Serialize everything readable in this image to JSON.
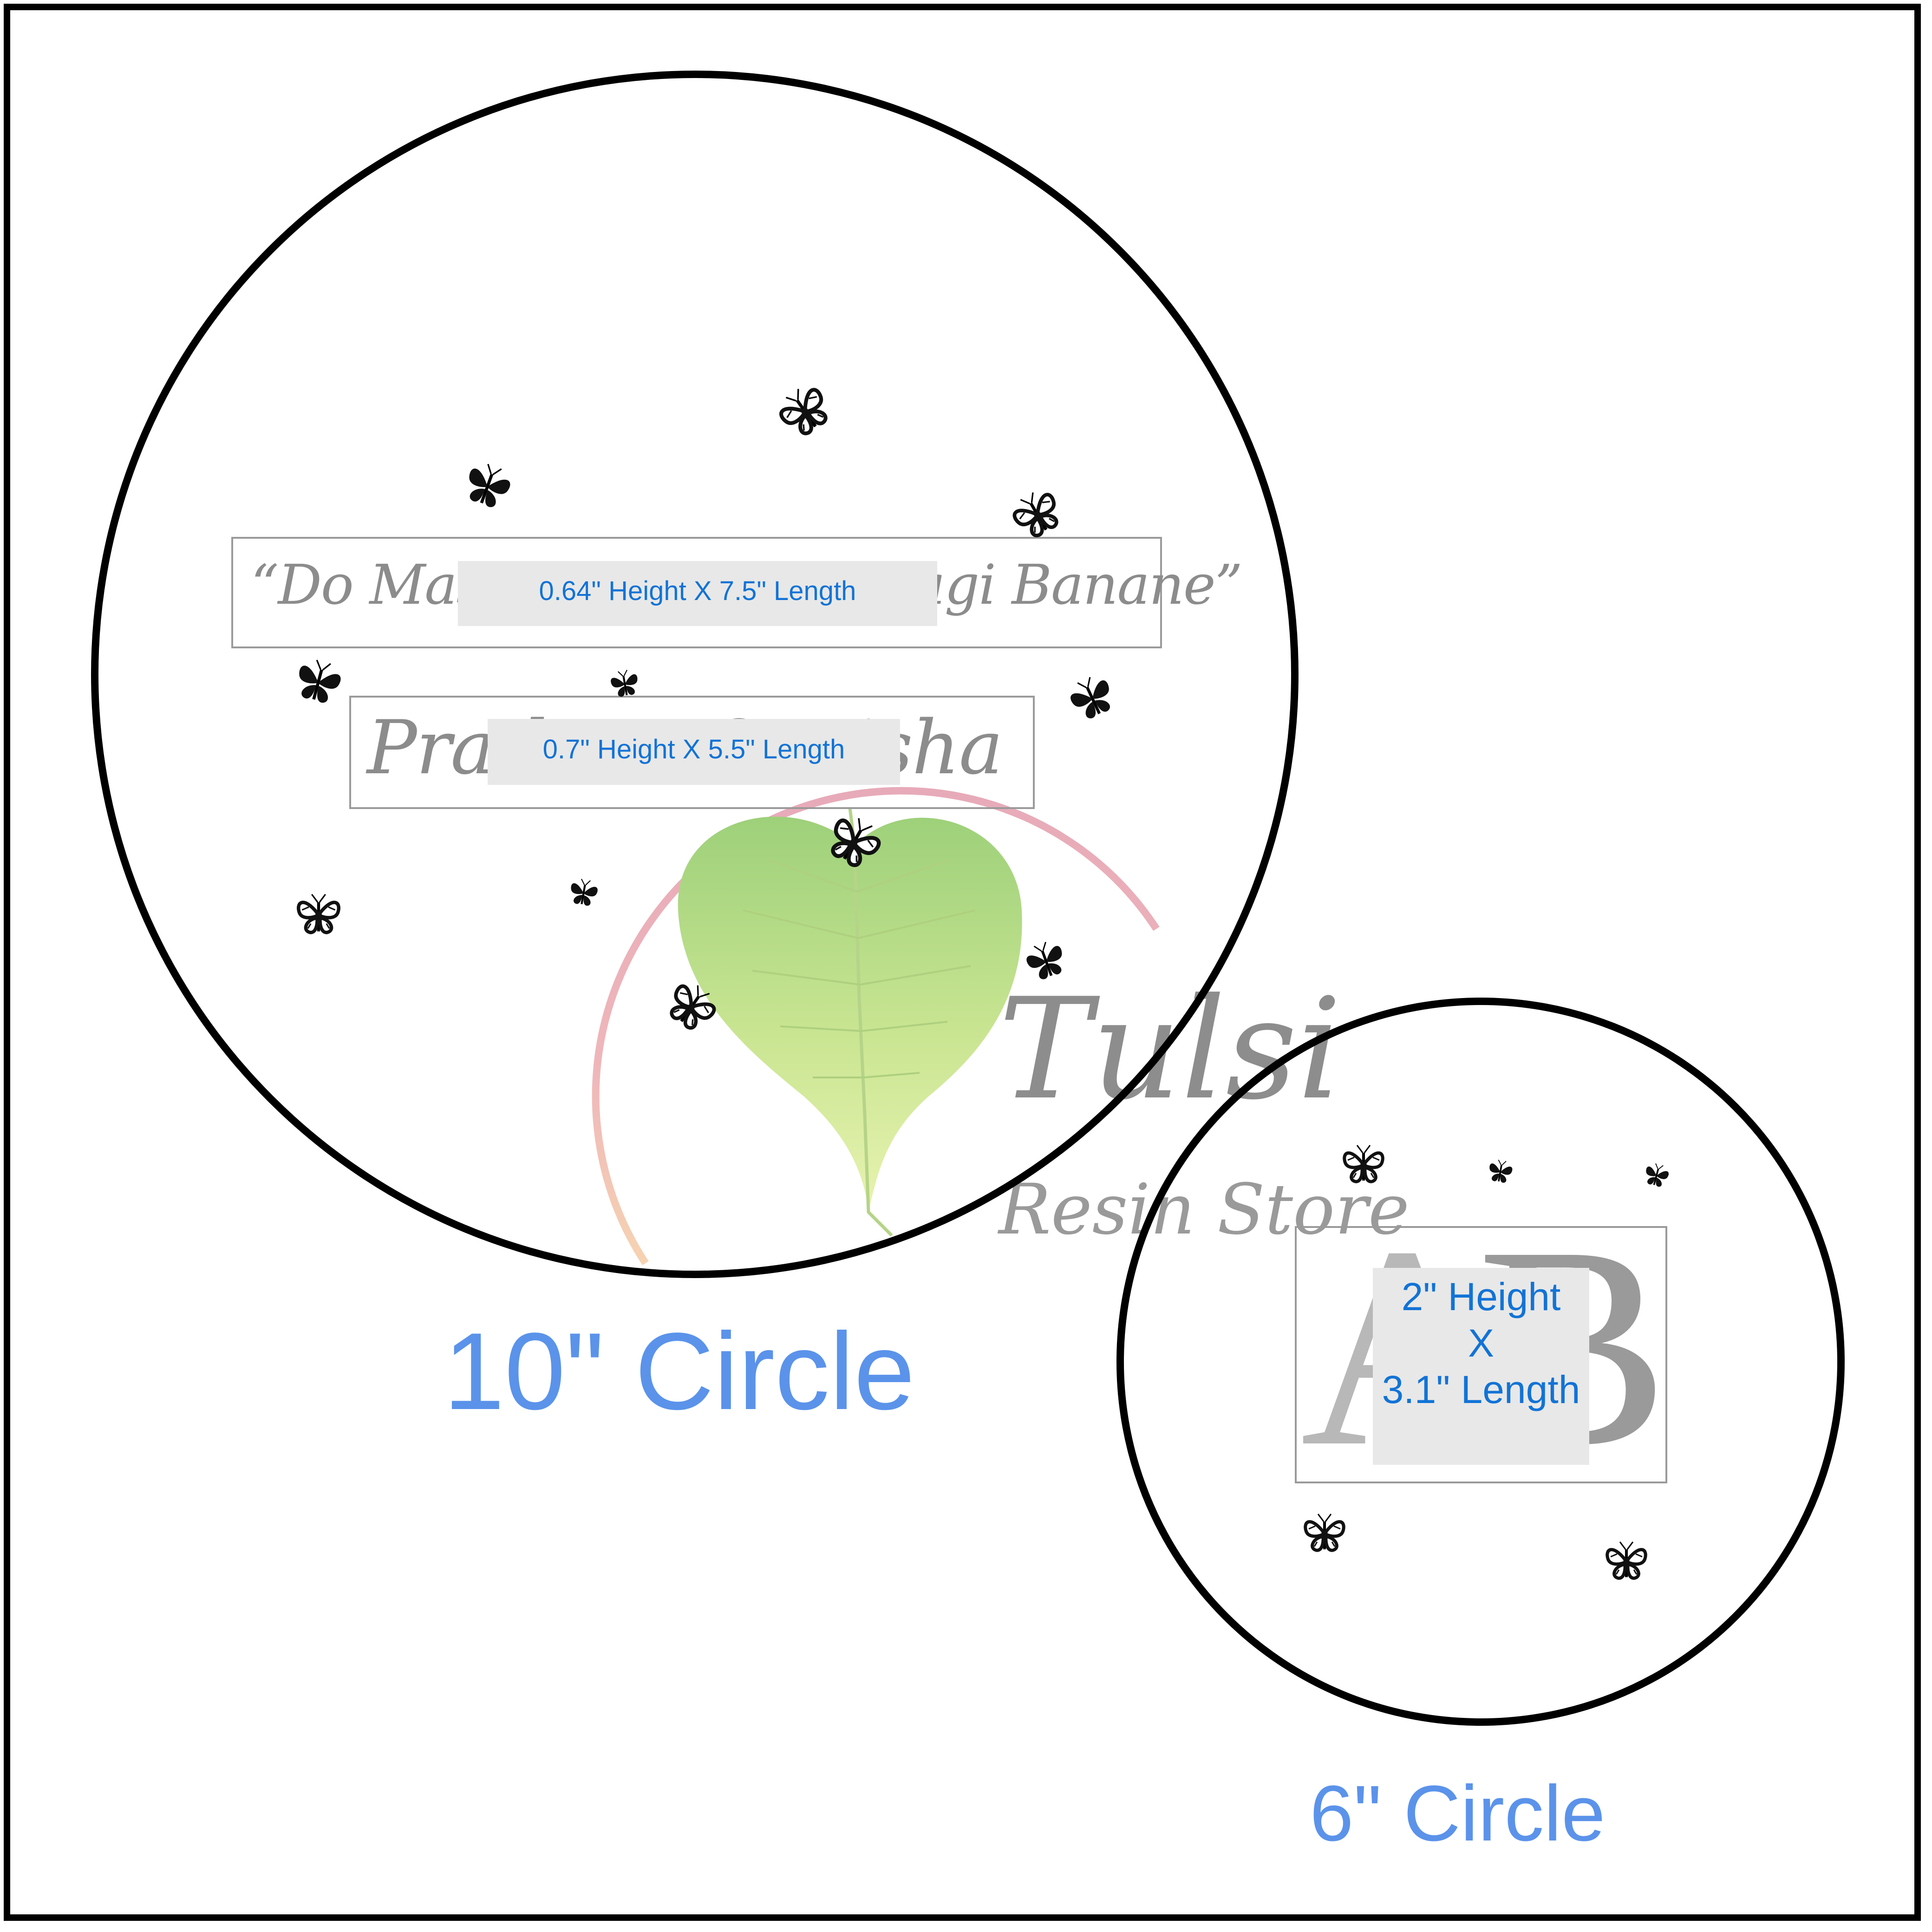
{
  "ten_inch": {
    "label": "10\" Circle",
    "quote_text": "“Do Mastane Chale Zindagi Banane”",
    "quote_dimension": "0.64\" Height X 7.5\" Length",
    "names_text": "Pratham & Disha",
    "names_dimension": "0.7\" Height X 5.5\" Length"
  },
  "six_inch": {
    "label": "6\" Circle",
    "monogram_letters": [
      "A",
      "B"
    ],
    "dimension_lines": [
      "2\" Height",
      "X",
      "3.1\" Length"
    ]
  },
  "watermark": {
    "name": "Tulsi",
    "subtitle": "Resin Store",
    "icon": "heart-shaped-leaf-icon"
  },
  "decorations": {
    "icon": "butterfly-icon"
  },
  "colors": {
    "outline": "#000000",
    "dimension_text": "#1273d6",
    "circle_label": "#5b93ea",
    "script_text": "#8c8c8c"
  }
}
